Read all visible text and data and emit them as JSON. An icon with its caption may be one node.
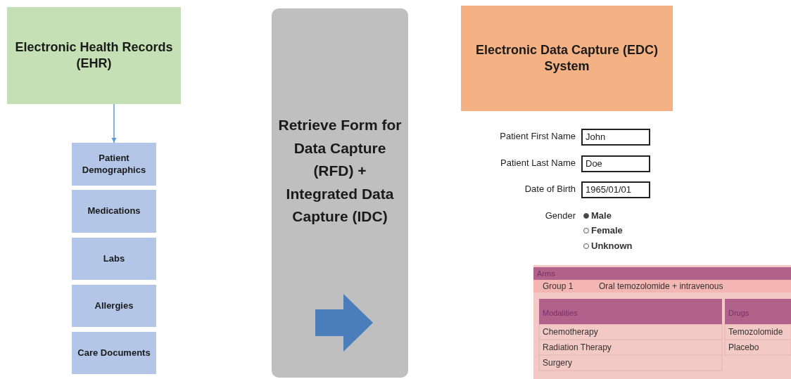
{
  "diagram": {
    "nodes": [
      {
        "text": [
          "Electronic Health Records (EHR)"
        ]
      },
      {
        "text": [
          "Patient Demographics"
        ]
      },
      {
        "text": [
          "Medications"
        ]
      },
      {
        "text": [
          "Labs"
        ]
      },
      {
        "text": [
          "Allergies"
        ]
      },
      {
        "text": [
          "Care Documents"
        ]
      },
      {
        "text": [
          "Retrieve Form for Data Capture (RFD) + Integrated Data Capture (IDC)"
        ]
      },
      {
        "text": [
          "Electronic Data Capture (EDC) System"
        ]
      }
    ],
    "edges": [
      {
        "from": 0,
        "to": 1,
        "arrow": "to"
      }
    ],
    "labels": [
      "Patient First Name",
      "John",
      "Patient Last Name",
      "Doe",
      "Date of Birth",
      "1965/01/01",
      "Gender",
      "Male",
      "Female",
      "Unknown",
      "Arms",
      "Group 1",
      "Oral temozolomide + intravenous",
      "Modalities",
      "Drugs",
      "Chemotherapy",
      "Temozolomide",
      "Radiation Therapy",
      "Placebo",
      "Surgery"
    ]
  }
}
